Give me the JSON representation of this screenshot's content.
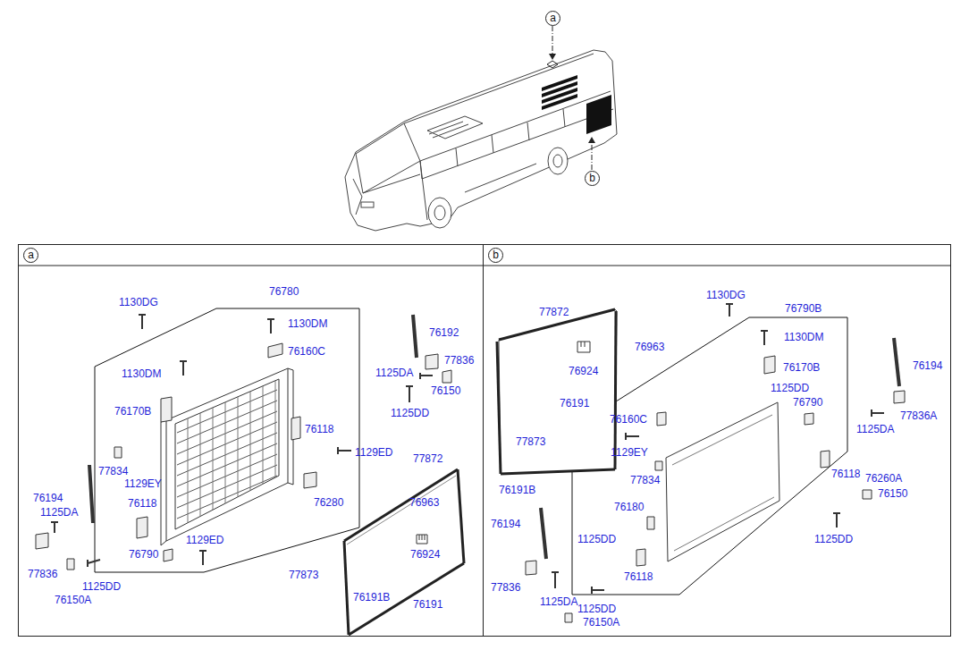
{
  "diagram": {
    "nodes": [
      {
        "text": [
          "a"
        ]
      },
      {
        "text": [
          "b"
        ]
      }
    ],
    "labels": [
      "a",
      "b",
      "1130DG",
      "76780",
      "1130DM",
      "76160C",
      "76192",
      "77836",
      "1130DM",
      "1125DA",
      "76150",
      "1125DD",
      "76170B",
      "76118",
      "1129ED",
      "77872",
      "77834",
      "1129EY",
      "76963",
      "76194",
      "1125DA",
      "76118",
      "76280",
      "76924",
      "77836",
      "76790",
      "1129ED",
      "1125DD",
      "76150A",
      "77873",
      "76191B",
      "76191",
      "77872",
      "1130DG",
      "76790B",
      "76963",
      "1130DM",
      "76924",
      "76194",
      "76170B",
      "1125DD",
      "76790",
      "77836A",
      "76191",
      "76160C",
      "77873",
      "1125DA",
      "1129EY",
      "76118",
      "77834",
      "76191B",
      "76260A",
      "76150",
      "76180",
      "76194",
      "1125DD",
      "1125DD",
      "77836",
      "1125DA",
      "76118",
      "1125DD",
      "76150A"
    ]
  }
}
